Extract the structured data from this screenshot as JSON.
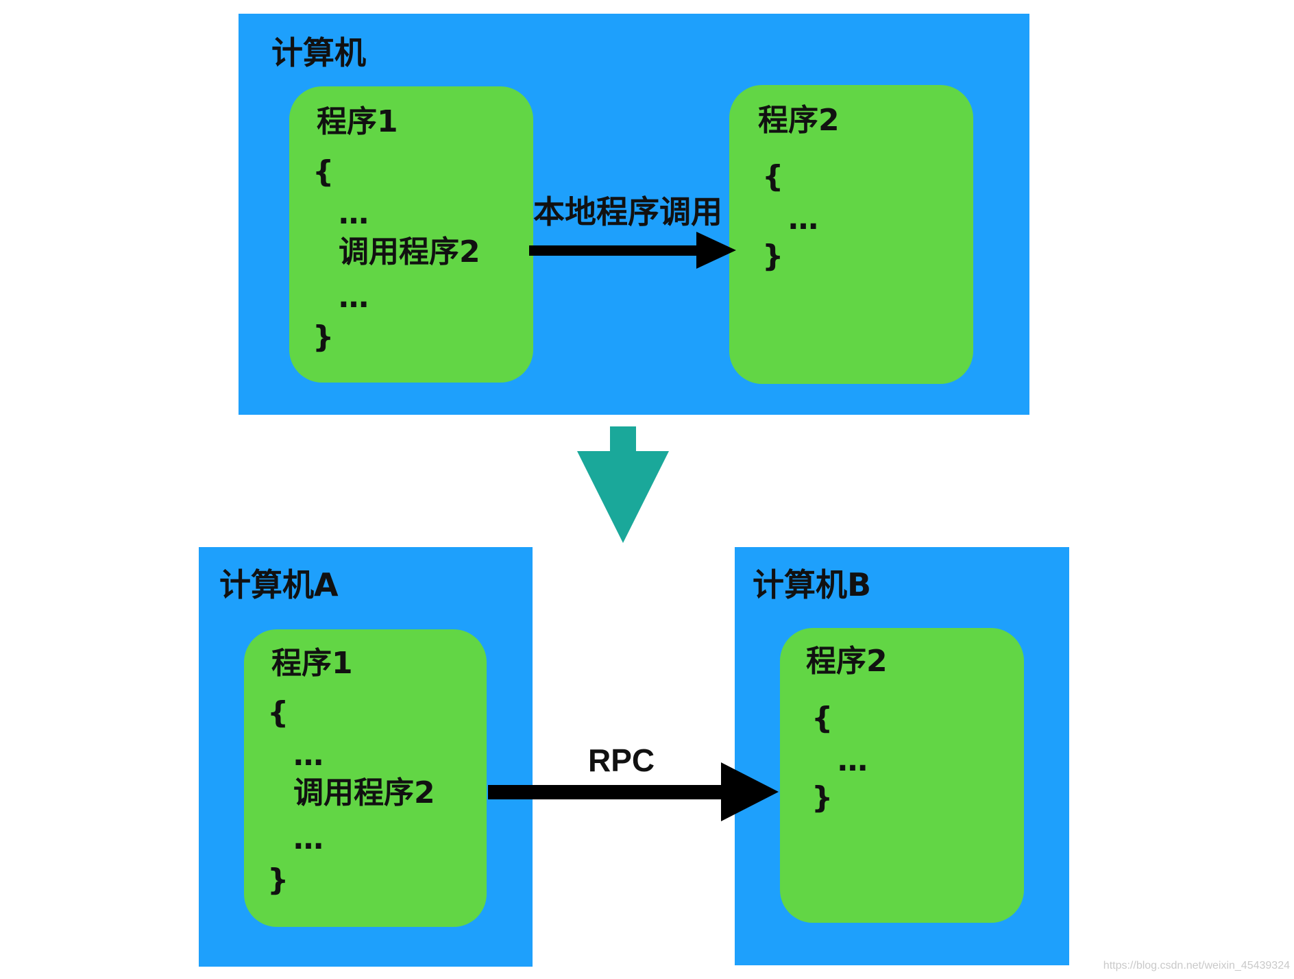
{
  "top": {
    "title": "计算机",
    "program1": {
      "title": "程序1",
      "open_brace": "{",
      "dots1": "…",
      "call": "调用程序2",
      "dots2": "…",
      "close_brace": "}"
    },
    "program2": {
      "title": "程序2",
      "open_brace": "{",
      "dots": "…",
      "close_brace": "}"
    },
    "arrow_label": "本地程序调用"
  },
  "bottom": {
    "machineA": {
      "title": "计算机A",
      "program1": {
        "title": "程序1",
        "open_brace": "{",
        "dots1": "…",
        "call": "调用程序2",
        "dots2": "…",
        "close_brace": "}"
      }
    },
    "machineB": {
      "title": "计算机B",
      "program2": {
        "title": "程序2",
        "open_brace": "{",
        "dots": "…",
        "close_brace": "}"
      }
    },
    "arrow_label": "RPC"
  },
  "watermark": "https://blog.csdn.net/weixin_45439324",
  "colors": {
    "machine": "#1ea0fc",
    "program": "#62d645",
    "transition_arrow": "#1aa89a",
    "call_arrow": "#000000"
  }
}
